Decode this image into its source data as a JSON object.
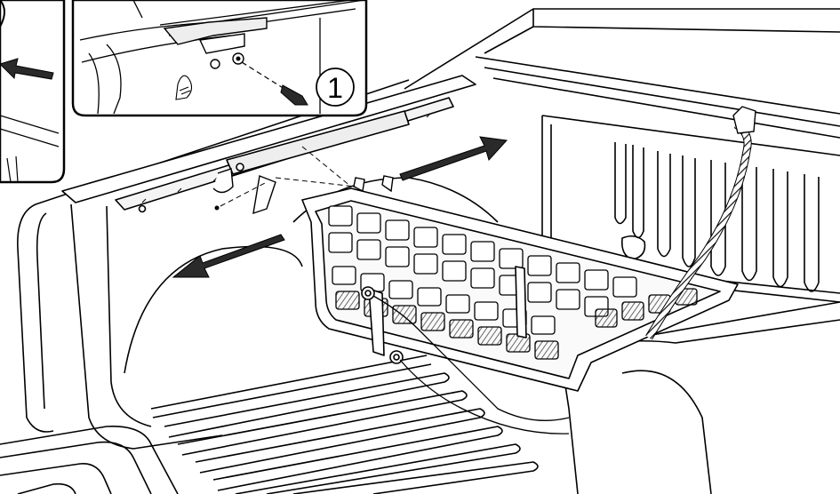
{
  "figure": {
    "callout": {
      "number": "1"
    },
    "colors": {
      "ink": "#000000",
      "paper": "#ffffff",
      "arrow_fill": "#2a2a2a",
      "hatch": "#444444"
    },
    "icons": [
      "detail-inset-left",
      "detail-inset-clamp",
      "movement-arrow",
      "fastener-bolt",
      "divider-panel",
      "tie-down-strap"
    ]
  }
}
